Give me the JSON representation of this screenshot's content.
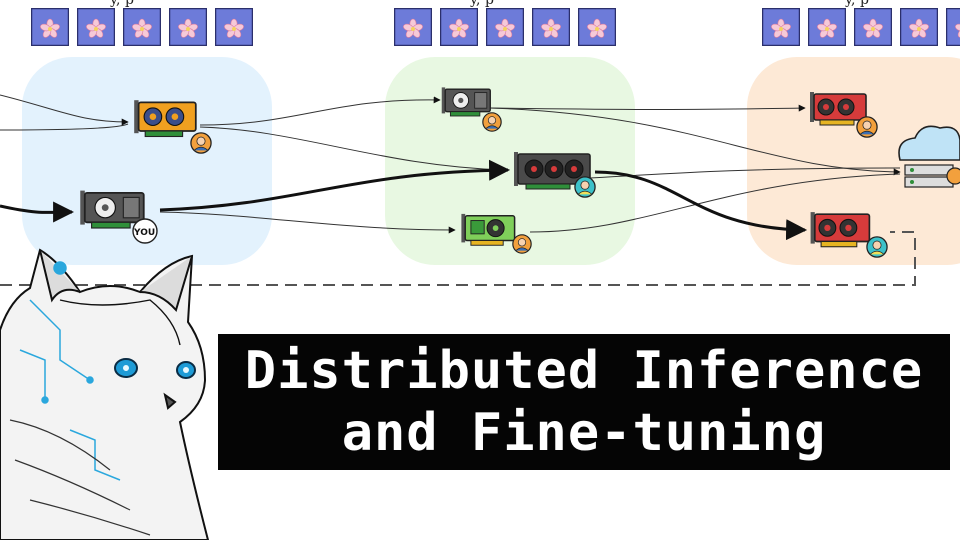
{
  "title": {
    "line1": "Distributed Inference",
    "line2": "and Fine-tuning"
  },
  "you_label": "YOU",
  "clipped_header_text": "y, p",
  "colors": {
    "block_blue": "#e3f2fd",
    "block_green": "#e8f8e2",
    "block_orange": "#fde9d6",
    "token_tile": "#6d7bd9",
    "banner": "#050505",
    "path": "#111111"
  },
  "icons": [
    "flower-token-icon",
    "gpu-icon",
    "avatar-icon",
    "cloud-server-icon",
    "cat-mascot"
  ]
}
